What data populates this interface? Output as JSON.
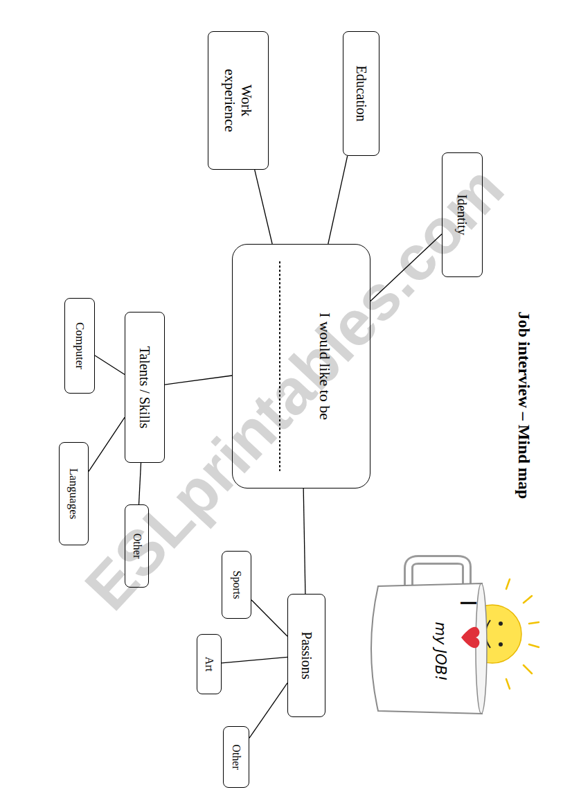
{
  "diagram": {
    "title": "Job interview – Mind map",
    "nodes": [
      {
        "text": [
          "I would like to be"
        ]
      },
      {
        "text": [
          "Identity"
        ]
      },
      {
        "text": [
          "Education"
        ]
      },
      {
        "text": [
          "Work experience"
        ]
      },
      {
        "text": [
          "Talents / Skills"
        ]
      },
      {
        "text": [
          "Computer"
        ]
      },
      {
        "text": [
          "Languages"
        ]
      },
      {
        "text": [
          "Other"
        ]
      },
      {
        "text": [
          "Passions"
        ]
      },
      {
        "text": [
          "Sports"
        ]
      },
      {
        "text": [
          "Art"
        ]
      },
      {
        "text": [
          "Other"
        ]
      }
    ],
    "edges": [
      {
        "from": 0,
        "to": 1,
        "arrow": "none"
      },
      {
        "from": 0,
        "to": 2,
        "arrow": "none"
      },
      {
        "from": 0,
        "to": 3,
        "arrow": "none"
      },
      {
        "from": 0,
        "to": 4,
        "arrow": "none"
      },
      {
        "from": 4,
        "to": 5,
        "arrow": "none"
      },
      {
        "from": 4,
        "to": 6,
        "arrow": "none"
      },
      {
        "from": 4,
        "to": 7,
        "arrow": "none"
      },
      {
        "from": 0,
        "to": 8,
        "arrow": "none"
      },
      {
        "from": 8,
        "to": 9,
        "arrow": "none"
      },
      {
        "from": 8,
        "to": 10,
        "arrow": "none"
      },
      {
        "from": 8,
        "to": 11,
        "arrow": "none"
      }
    ],
    "labels": [
      "I",
      "my JOB!",
      "ESLprintables.com"
    ]
  }
}
